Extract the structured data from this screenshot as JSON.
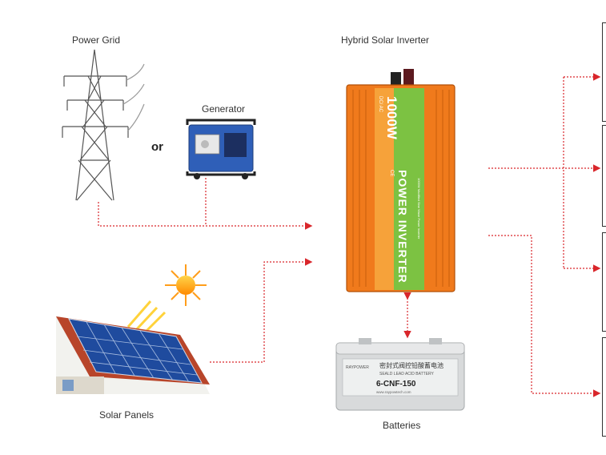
{
  "labels": {
    "power_grid": "Power Grid",
    "generator": "Generator",
    "or": "or",
    "inverter": "Hybrid Solar Inverter",
    "solar_panels": "Solar Panels",
    "batteries": "Batteries"
  },
  "inverter_device": {
    "wattage": "1000W",
    "dc_ac": "DC/ AC",
    "brand_text": "POWER INVERTER",
    "small_text": "1000W Modified Sine Wave Power Inverter",
    "ce_mark": "CE"
  },
  "battery_device": {
    "chinese_text": "密封式阀控铅酸蓄电池",
    "sub_text": "SEALD LEAD ACID BATTERY",
    "model": "6-CNF-150",
    "url": "www.raypowtech.com",
    "brand": "RAYPOWER"
  },
  "colors": {
    "arrow": "#d9262b",
    "inverter_orange": "#f07a1c",
    "inverter_green": "#7cc242",
    "battery_gray": "#d8dadb"
  }
}
